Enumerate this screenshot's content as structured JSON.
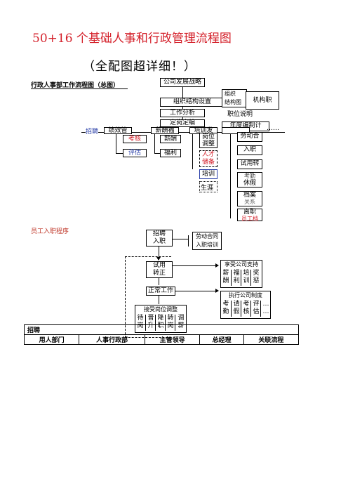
{
  "header": {
    "title": "50+16 个基础人事和行政管理流程图",
    "subtitle": "（全配图超详细！）"
  },
  "overview": {
    "section_title": "行政人事部工作流程图（总图）",
    "top_chain": [
      "公司发展战略",
      "组织结构设置",
      "工作分析",
      "定岗定编"
    ],
    "callout_org": "组织结构图",
    "callout_org_line1": "组织",
    "callout_org_line2": "结构图",
    "callout_org_tail": "机构职",
    "callout_job": "职位说明",
    "callout_staffing": "年度编制计",
    "branches": [
      "招聘",
      "绩效管",
      "薪酬福",
      "培训发",
      "……"
    ],
    "perf": [
      "考核",
      "评估"
    ],
    "pay": [
      "薪酬",
      "福利"
    ],
    "training_col": [
      "岗位",
      "调整",
      "人才",
      "储备",
      "培训",
      "生涯"
    ],
    "right_col": [
      "劳动合",
      "入职",
      "试用转",
      "考勤",
      "休假",
      "档案",
      "离职"
    ],
    "right_col_faint": [
      "关系",
      "员工档"
    ]
  },
  "onboarding": {
    "section_title": "员工入职程序",
    "hire_box": [
      "招聘",
      "入职"
    ],
    "contract_box": [
      "劳动合同",
      "入职培训"
    ],
    "probation_box": [
      "试用",
      "转正"
    ],
    "regular": "正常工作",
    "benefits_title": "享受公司支持",
    "benefits_items": [
      "薪酬",
      "福利",
      "培训",
      "奖惩"
    ],
    "rules_title": "执行公司制度",
    "rules_items": [
      "考勤",
      "请假",
      "考核",
      "评估",
      "…"
    ],
    "adjust_title": "接受岗位调整",
    "adjust_items": [
      "待岗",
      "晋升",
      "降职",
      "转岗",
      "调薪"
    ]
  },
  "bottom_table": {
    "section": "招聘",
    "headers": [
      "用人部门",
      "人事行政部",
      "主管领导",
      "总经理",
      "关联流程"
    ]
  }
}
